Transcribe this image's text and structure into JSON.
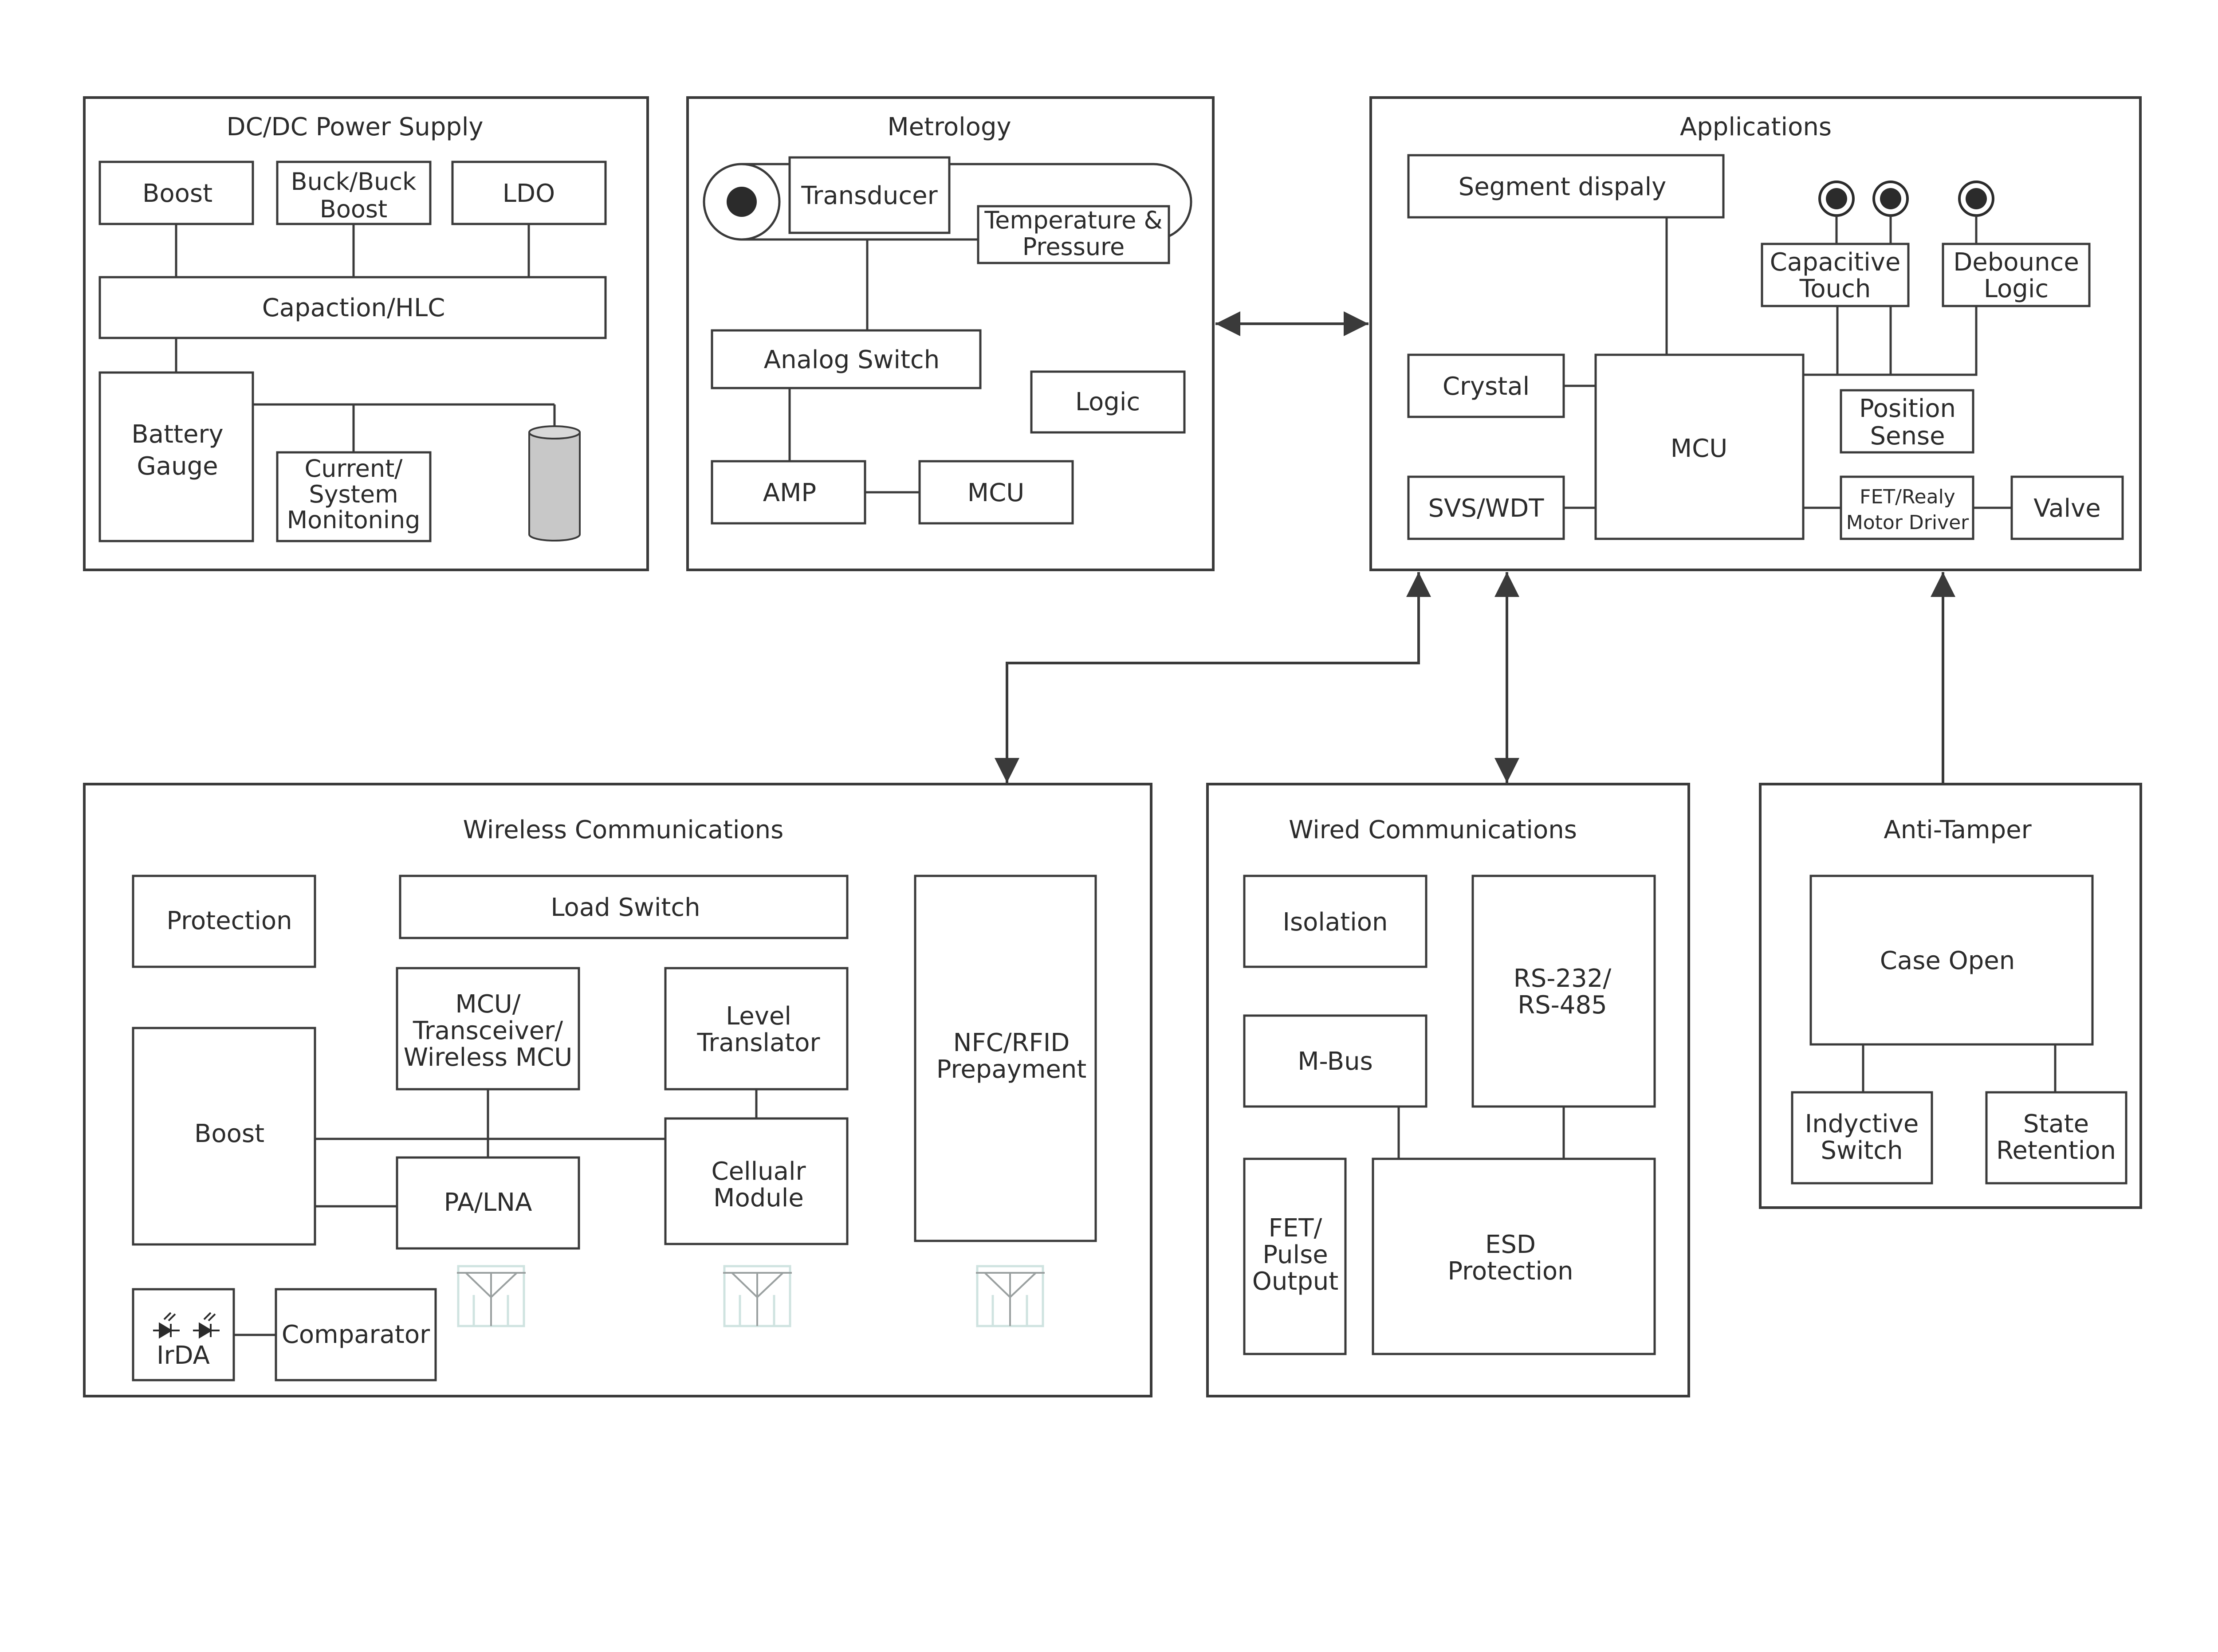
{
  "colors": {
    "line": "#3a3a3a",
    "text": "#2b2b2b",
    "battery_fill": "#c8c8c8"
  },
  "dcdc": {
    "title": "DC/DC Power Supply",
    "boost": "Boost",
    "buck_boost": [
      "Buck/Buck",
      "Boost"
    ],
    "ldo": "LDO",
    "capaction": "Capaction/HLC",
    "battery_gauge": [
      "Battery",
      "Gauge"
    ],
    "current_monitoring": [
      "Current/",
      "System",
      "Monitoning"
    ]
  },
  "metrology": {
    "title": "Metrology",
    "transducer": "Transducer",
    "temp_pressure": [
      "Temperature &",
      "Pressure"
    ],
    "analog_switch": "Analog Switch",
    "logic": "Logic",
    "amp": "AMP",
    "mcu": "MCU"
  },
  "applications": {
    "title": "Applications",
    "segment_display": "Segment dispaly",
    "capacitive_touch": [
      "Capacitive",
      "Touch"
    ],
    "debounce_logic": [
      "Debounce",
      "Logic"
    ],
    "crystal": "Crystal",
    "mcu": "MCU",
    "position_sense": [
      "Position",
      "Sense"
    ],
    "svs_wdt": "SVS/WDT",
    "fet_relay": [
      "FET/Realy",
      "Motor Driver"
    ],
    "valve": "Valve"
  },
  "wireless": {
    "title": "Wireless Communications",
    "protection": "Protection",
    "load_switch": "Load Switch",
    "nfc_rfid": [
      "NFC/RFID",
      "Prepayment"
    ],
    "mcu_transceiver": [
      "MCU/",
      "Transceiver/",
      "Wireless MCU"
    ],
    "level_translator": [
      "Level",
      "Translator"
    ],
    "boost": "Boost",
    "pa_lna": "PA/LNA",
    "cellular": [
      "Cellualr",
      "Module"
    ],
    "irda": "IrDA",
    "comparator": "Comparator"
  },
  "wired": {
    "title": "Wired Communications",
    "isolation": "Isolation",
    "rs232": [
      "RS-232/",
      "RS-485"
    ],
    "mbus": "M-Bus",
    "fet_pulse": [
      "FET/",
      "Pulse",
      "Output"
    ],
    "esd": [
      "ESD",
      "Protection"
    ]
  },
  "antitamper": {
    "title": "Anti-Tamper",
    "case_open": "Case Open",
    "inductive_switch": [
      "Indyctive",
      "Switch"
    ],
    "state_retention": [
      "State",
      "Retention"
    ]
  }
}
